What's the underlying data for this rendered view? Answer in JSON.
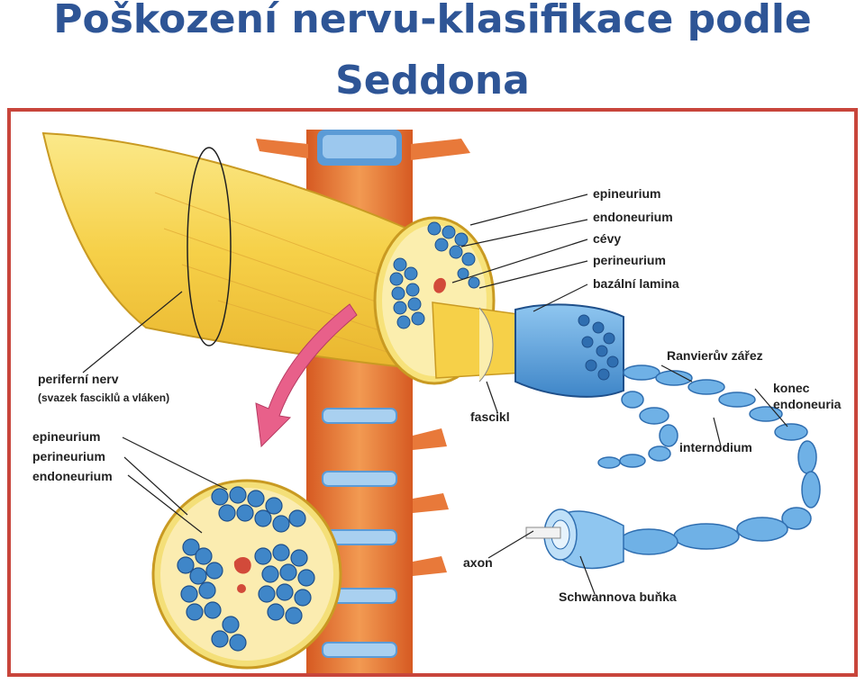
{
  "title": {
    "line1": "Poškození nervu-klasifikace podle",
    "line2": "Seddona"
  },
  "labels": {
    "epineurium_top": "epineurium",
    "endoneurium_top": "endoneurium",
    "cevy": "cévy",
    "perineurium_top": "perineurium",
    "bazalni_lamina": "bazální lamina",
    "ranvieruv_zarez": "Ranvierův zářez",
    "konec_endoneuria_1": "konec",
    "konec_endoneuria_2": "endoneuria",
    "internodium": "internodium",
    "fascikl": "fascikl",
    "periferni_nerv": "periferní nerv",
    "svazek": "(svazek fasciklů a vláken)",
    "epineurium_left": "epineurium",
    "perineurium_left": "perineurium",
    "endoneurium_left": "endoneurium",
    "axon": "axon",
    "schwannova_bunka": "Schwannova buňka"
  },
  "colors": {
    "title": "#2e5596",
    "frame": "#c8453b",
    "nerve_yellow": "#f7d44c",
    "spine_orange": "#e8793a",
    "fiber_blue": "#3f86c8",
    "arrow_pink": "#e8608a"
  }
}
